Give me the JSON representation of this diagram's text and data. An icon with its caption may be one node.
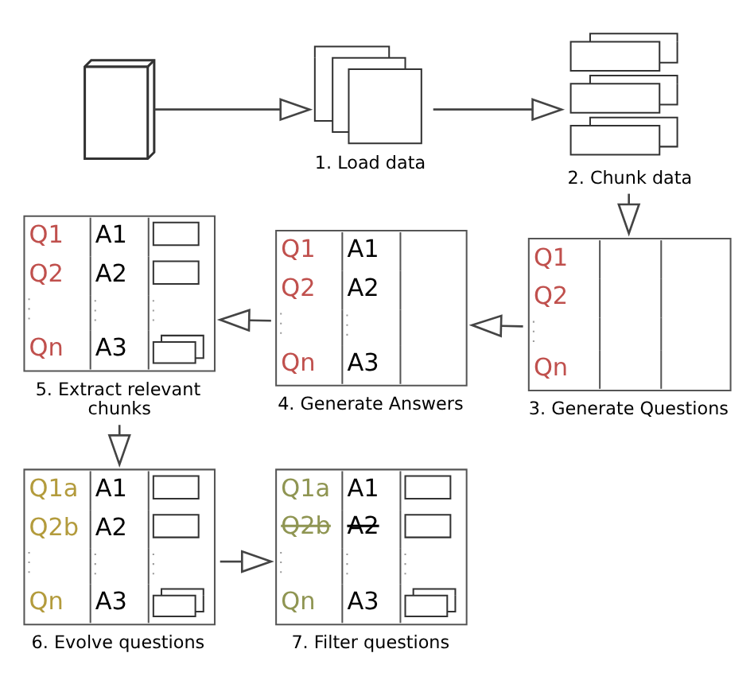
{
  "diagram": {
    "nodes": [
      {
        "text": [],
        "shape": "picture"
      },
      {
        "text": [
          "1. Load data"
        ]
      },
      {
        "text": [
          "2. Chunk data"
        ]
      },
      {
        "text": [
          "Q1",
          "Q2",
          "Qn"
        ],
        "beside": [
          "3. Generate Questions"
        ]
      },
      {
        "text": [
          "Q1",
          "A1",
          "Q2",
          "A2",
          "Qn",
          "A3"
        ],
        "beside": [
          "4. Generate Answers"
        ]
      },
      {
        "text": [
          "Q1",
          "A1",
          "Q2",
          "A2",
          "Qn",
          "A3"
        ],
        "beside": [
          "5. Extract relevant chunks"
        ]
      },
      {
        "text": [
          "Q1a",
          "A1",
          "Q2b",
          "A2",
          "Qn",
          "A3"
        ],
        "beside": [
          "6. Evolve questions"
        ]
      },
      {
        "text": [
          "Q1a",
          "A1",
          "Q2b",
          "A2",
          "Qn",
          "A3"
        ],
        "beside": [
          "7. Filter questions"
        ]
      }
    ],
    "edges": [
      {
        "from": 0,
        "to": 1,
        "arrow": "to"
      },
      {
        "from": 1,
        "to": 2,
        "arrow": "to"
      },
      {
        "from": 2,
        "to": 3,
        "arrow": "to"
      },
      {
        "from": 3,
        "to": 4,
        "arrow": "to"
      },
      {
        "from": 4,
        "to": 5,
        "arrow": "to"
      },
      {
        "from": 5,
        "to": 6,
        "arrow": "to"
      },
      {
        "from": 6,
        "to": 7,
        "arrow": "to"
      }
    ]
  }
}
